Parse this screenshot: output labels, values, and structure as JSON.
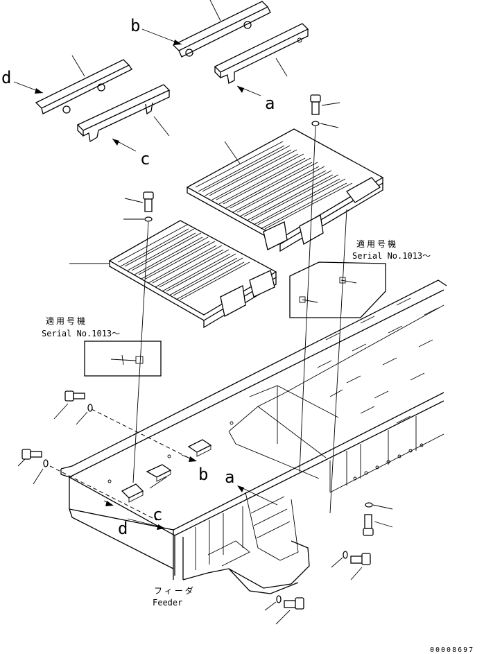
{
  "labels": {
    "a": "a",
    "b": "b",
    "c": "c",
    "d": "d"
  },
  "serial_notes": [
    {
      "jp": "適用号機",
      "en": "Serial No.1013～"
    },
    {
      "jp": "適用号機",
      "en": "Serial No.1013～"
    }
  ],
  "feeder": {
    "jp": "フィーダ",
    "en": "Feeder"
  },
  "drawing_id": "00008697"
}
